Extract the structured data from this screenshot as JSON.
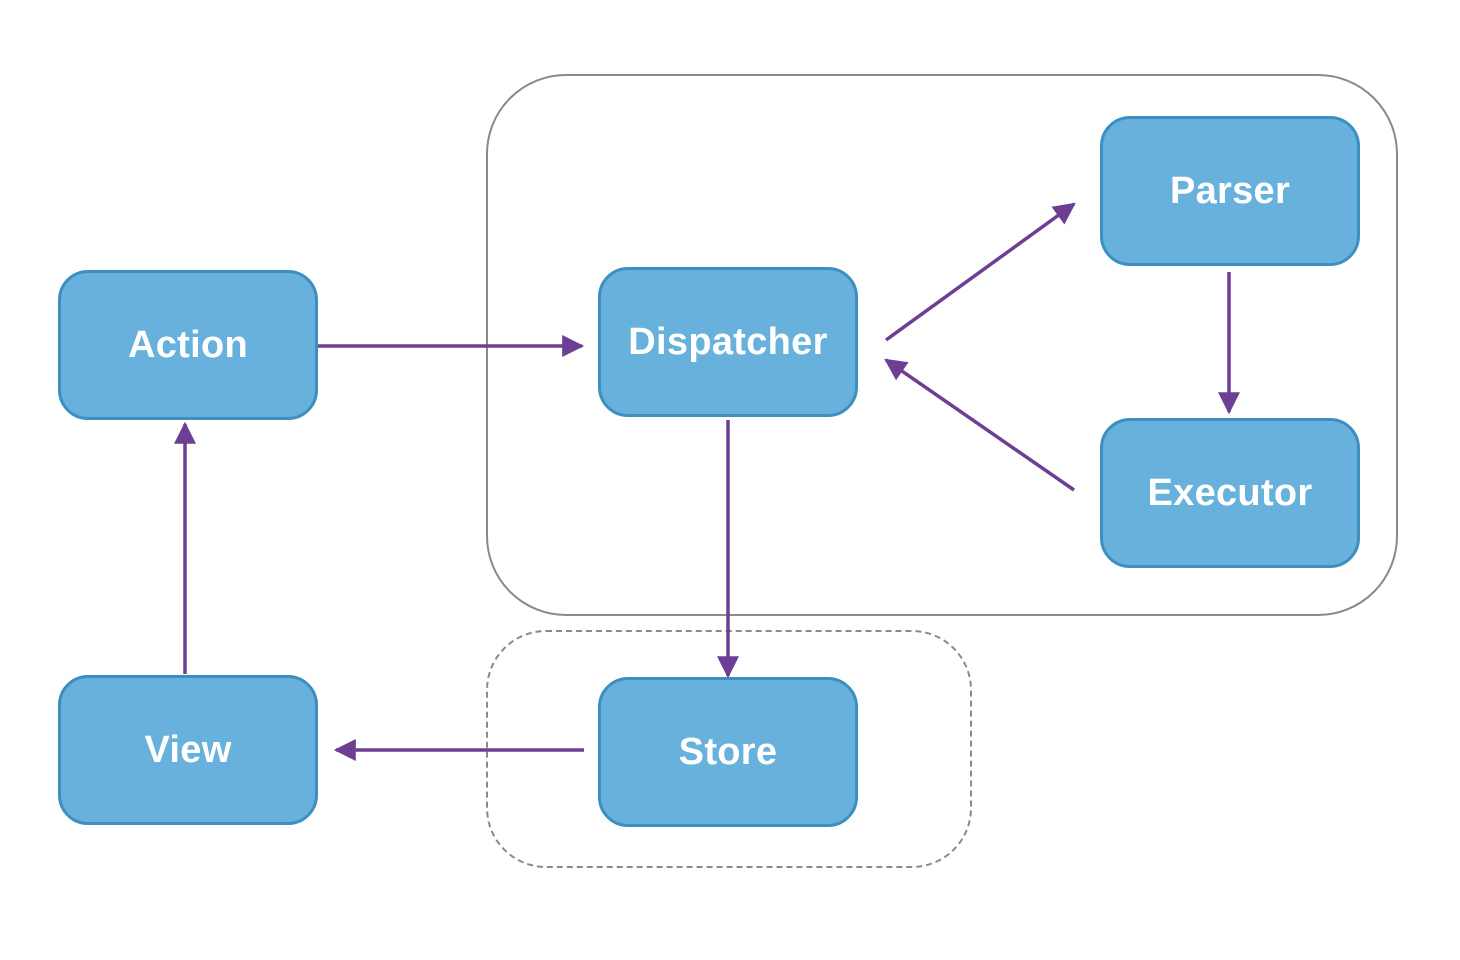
{
  "nodes": {
    "action": "Action",
    "dispatcher": "Dispatcher",
    "parser": "Parser",
    "executor": "Executor",
    "store": "Store",
    "view": "View"
  },
  "colors": {
    "node_fill": "#67b1dc",
    "node_border": "#3d8fc2",
    "arrow": "#6c3f95",
    "group_border": "#8a8a8a"
  },
  "edges": [
    {
      "from": "action",
      "to": "dispatcher"
    },
    {
      "from": "dispatcher",
      "to": "parser"
    },
    {
      "from": "parser",
      "to": "executor"
    },
    {
      "from": "executor",
      "to": "dispatcher"
    },
    {
      "from": "dispatcher",
      "to": "store"
    },
    {
      "from": "store",
      "to": "view"
    },
    {
      "from": "view",
      "to": "action"
    }
  ]
}
